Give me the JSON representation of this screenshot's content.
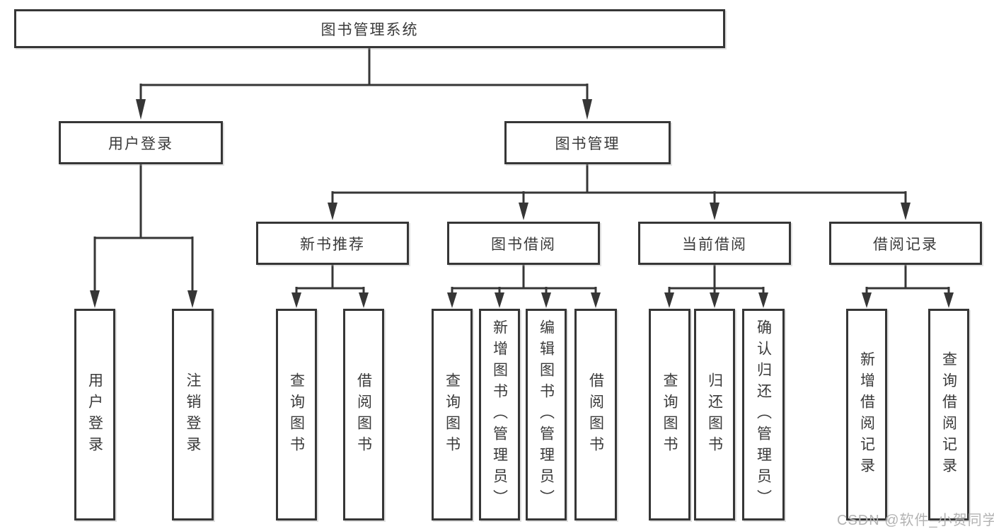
{
  "diagram": {
    "root": {
      "label": "图书管理系统"
    },
    "branches": [
      {
        "label": "用户登录",
        "children": [
          {
            "label": "用户登录"
          },
          {
            "label": "注销登录"
          }
        ]
      },
      {
        "label": "图书管理",
        "children": [
          {
            "label": "新书推荐",
            "children": [
              {
                "label": "查询图书"
              },
              {
                "label": "借阅图书"
              }
            ]
          },
          {
            "label": "图书借阅",
            "children": [
              {
                "label": "查询图书"
              },
              {
                "label": "新增图书（管理员）"
              },
              {
                "label": "编辑图书（管理员）"
              },
              {
                "label": "借阅图书"
              }
            ]
          },
          {
            "label": "当前借阅",
            "children": [
              {
                "label": "查询图书"
              },
              {
                "label": "归还图书"
              },
              {
                "label": "确认归还（管理员）"
              }
            ]
          },
          {
            "label": "借阅记录",
            "children": [
              {
                "label": "新增借阅记录"
              },
              {
                "label": "查询借阅记录"
              }
            ]
          }
        ]
      }
    ],
    "watermark": "CSDN @软件_小贺同学",
    "colors": {
      "line": "#363636",
      "box_background": "#ffffff",
      "text": "#3a3a3a",
      "watermark": "#b3b3b3"
    }
  }
}
